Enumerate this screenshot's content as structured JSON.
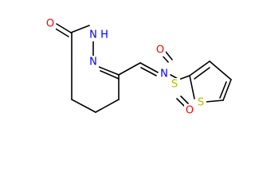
{
  "structure": {
    "atoms": [
      {
        "label": "O",
        "color": "#ff0000"
      },
      {
        "label": "N",
        "color": "#0000ff"
      },
      {
        "label": "H",
        "color": "#0000ff"
      },
      {
        "label": "N",
        "color": "#0000ff"
      },
      {
        "label": "N",
        "color": "#0000ff"
      },
      {
        "label": "S",
        "color": "#b8b800"
      },
      {
        "label": "O",
        "color": "#ff0000"
      },
      {
        "label": "O",
        "color": "#ff0000"
      },
      {
        "label": "S",
        "color": "#b8b800"
      }
    ]
  }
}
